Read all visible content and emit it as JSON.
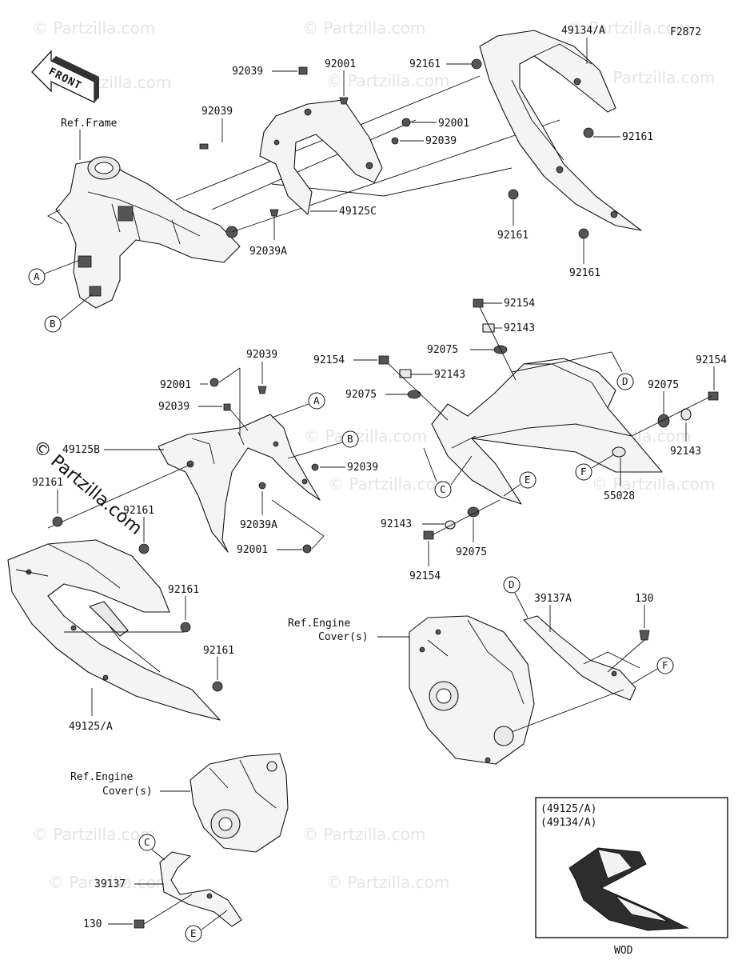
{
  "figure_code": "F2872",
  "front_arrow": {
    "text": "FRONT",
    "icon": "front-direction-arrow-icon"
  },
  "watermark": {
    "text": "© Partzilla.com"
  },
  "inset": {
    "line1": "(49125/A)",
    "line2": "(49134/A)",
    "caption": "WOD"
  },
  "labels": {
    "ref_frame": "Ref.Frame",
    "ref_engine_1": "Ref.Engine",
    "ref_engine_2": "Cover(s)",
    "ref_engine_b1": "Ref.Engine",
    "ref_engine_b2": "Cover(s)",
    "p49134A": "49134/A",
    "p92161_a": "92161",
    "p92161_b": "92161",
    "p92161_c": "92161",
    "p92161_d": "92161",
    "p92039_a": "92039",
    "p92001_a": "92001",
    "p92039_b": "92039",
    "p92001_b": "92001",
    "p92039_c": "92039",
    "p49125C": "49125C",
    "p92039A_a": "92039A",
    "p92154_a": "92154",
    "p92143_a": "92143",
    "p92075_a": "92075",
    "p92154_b": "92154",
    "p92143_b": "92143",
    "p92075_b": "92075",
    "p92154_c": "92154",
    "p92075_c": "92075",
    "p92143_c": "92143",
    "p55028": "55028",
    "p92143_d": "92143",
    "p92075_d": "92075",
    "p92154_d": "92154",
    "p92039_d": "92039",
    "p92001_c": "92001",
    "p92039_e": "92039",
    "p49125B": "49125B",
    "p92161_e": "92161",
    "p92161_f": "92161",
    "p92039_f": "92039",
    "p92039A_b": "92039A",
    "p92001_d": "92001",
    "p92161_g": "92161",
    "p92161_h": "92161",
    "p49125A": "49125/A",
    "p39137A": "39137A",
    "p130_a": "130",
    "p39137": "39137",
    "p130_b": "130"
  },
  "callouts": {
    "A1": "A",
    "B1": "B",
    "A2": "A",
    "B2": "B",
    "C1": "C",
    "D1": "D",
    "E1": "E",
    "F1": "F",
    "D2": "D",
    "F2": "F",
    "C2": "C",
    "E2": "E"
  }
}
